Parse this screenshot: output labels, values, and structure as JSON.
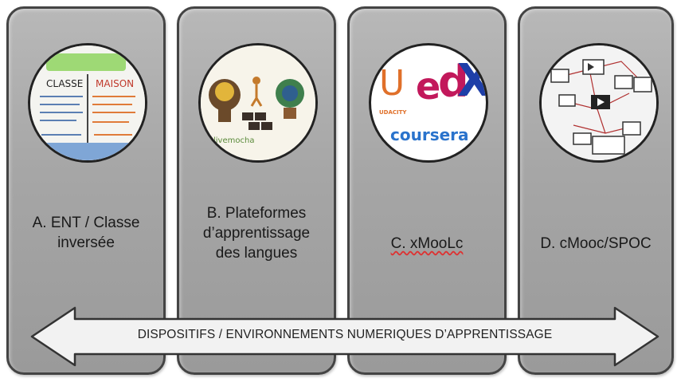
{
  "panels": [
    {
      "id": "A",
      "label_lines": [
        "A. ENT / Classe",
        "inversée"
      ],
      "image": {
        "header_text": [
          "CLASSE",
          "MAISON"
        ],
        "board_color": "#5b7fb3",
        "banner_color": "#8ed35f"
      }
    },
    {
      "id": "B",
      "label_lines": [
        "B. Plateformes",
        "d’apprentissage",
        "des langues"
      ],
      "image": {
        "caption": "livemocha"
      }
    },
    {
      "id": "C",
      "label_lines": [
        "C. xMooLc"
      ],
      "image": {
        "udacity_u": "U",
        "udacity_text": "UDACITY",
        "edx_e": "e",
        "edx_d": "d",
        "edx_x": "X",
        "coursera": "coursera",
        "colors": {
          "udacity": "#e0702a",
          "edx_ed": "#c2185b",
          "edx_x": "#1e3fa8",
          "coursera": "#2a73cc"
        }
      }
    },
    {
      "id": "D",
      "label_lines": [
        "D. cMooc/SPOC"
      ],
      "image": {
        "description_icon": "network-of-videos-icon"
      }
    }
  ],
  "arrow": {
    "text": "DISPOSITIFS / ENVIRONNEMENTS NUMERIQUES D’APPRENTISSAGE",
    "fill": "#f2f2f2",
    "stroke": "#333333"
  },
  "colors": {
    "panel_fill": "#a8a8a8",
    "panel_border": "#444444"
  }
}
